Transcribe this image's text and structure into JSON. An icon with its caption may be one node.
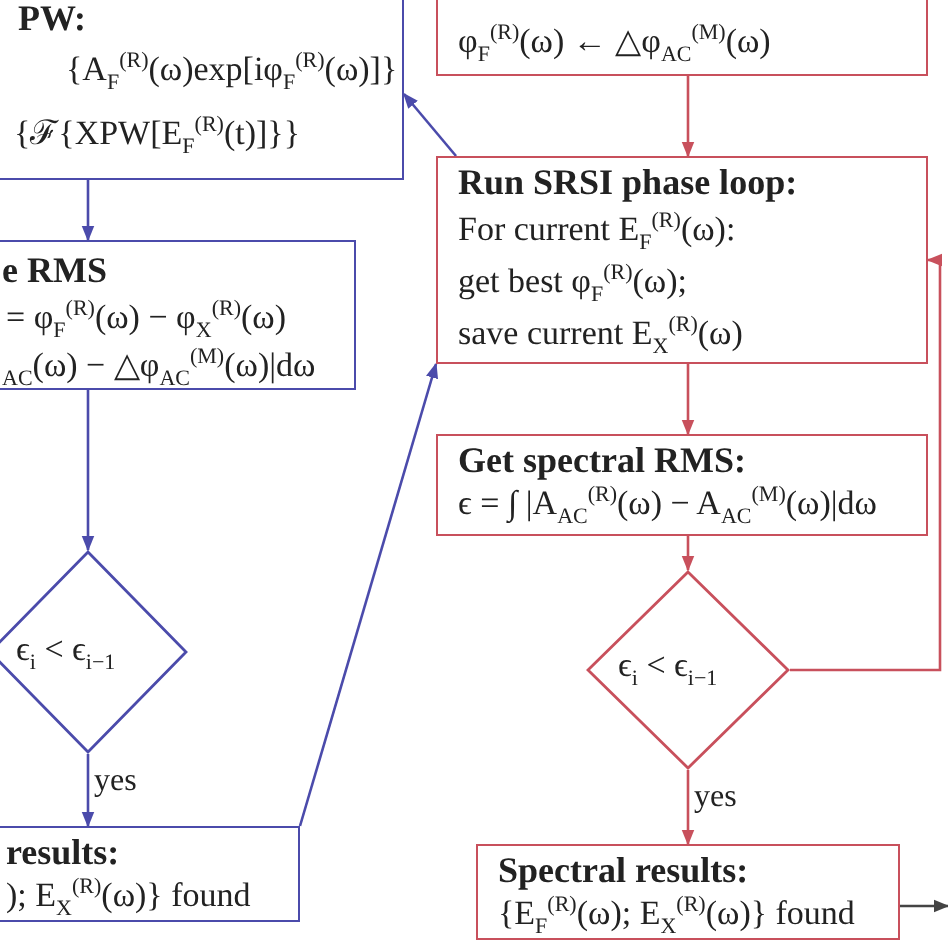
{
  "diagram": {
    "nodes": [
      {
        "text": [
          "PW:",
          "{A$_{F}$$^{(R)}$(ω)exp[iφ$_{F}$$^{(R)}$(ω)]}",
          "{ℱ{XPW[E$_{F}$$^{(R)}$(t)]}}"
        ]
      },
      {
        "text": [
          "φ$_{F}$$^{(R)}$(ω) ← △φ$_{AC}$$^{(M)}$(ω)"
        ]
      },
      {
        "text": [
          "e RMS",
          "= φ$_{F}$$^{(R)}$(ω) − φ$_{X}$$^{(R)}$(ω)",
          "$_{AC}$(ω) − △φ$_{AC}$$^{(M)}$(ω)|dω"
        ]
      },
      {
        "text": [
          "Run SRSI phase loop:",
          "For current E$_{F}$$^{(R)}$(ω):",
          "get best φ$_{F}$$^{(R)}$(ω);",
          "save current E$_{X}$$^{(R)}$(ω)"
        ]
      },
      {
        "text": [
          "Get spectral RMS:",
          "ϵ = ∫ |A$_{AC}$$^{(R)}$(ω) − A$_{AC}$$^{(M)}$(ω)|dω"
        ]
      },
      {
        "text": [
          "ϵ$_{i}$ < ϵ$_{i−1}$"
        ]
      },
      {
        "text": [
          "ϵ$_{i}$ < ϵ$_{i−1}$"
        ]
      },
      {
        "text": [
          "results:",
          "); E$_{X}$$^{(R)}$(ω)} found"
        ]
      },
      {
        "text": [
          "Spectral results:",
          "{E$_{F}$$^{(R)}$(ω); E$_{X}$$^{(R)}$(ω)} found"
        ]
      }
    ],
    "edges": [
      {
        "from": 0,
        "to": 2,
        "arrow": "to",
        "color": "#4b4bab"
      },
      {
        "from": 2,
        "to": 5,
        "arrow": "to",
        "color": "#4b4bab"
      },
      {
        "from": 5,
        "to": 7,
        "arrow": "to",
        "label": "yes",
        "color": "#4b4bab"
      },
      {
        "from": 7,
        "to": 3,
        "arrow": "to",
        "color": "#4b4bab"
      },
      {
        "from": 3,
        "to": 0,
        "arrow": "to",
        "color": "#4b4bab"
      },
      {
        "from": 1,
        "to": 3,
        "arrow": "to",
        "color": "#c8505c"
      },
      {
        "from": 3,
        "to": 4,
        "arrow": "to",
        "color": "#c8505c"
      },
      {
        "from": 4,
        "to": 6,
        "arrow": "to",
        "color": "#c8505c"
      },
      {
        "from": 6,
        "to": 3,
        "arrow": "to",
        "color": "#c8505c"
      },
      {
        "from": 6,
        "to": 8,
        "arrow": "to",
        "label": "yes",
        "color": "#c8505c"
      },
      {
        "from": 8,
        "to": null,
        "arrow": "to",
        "color": "#444444"
      }
    ]
  }
}
